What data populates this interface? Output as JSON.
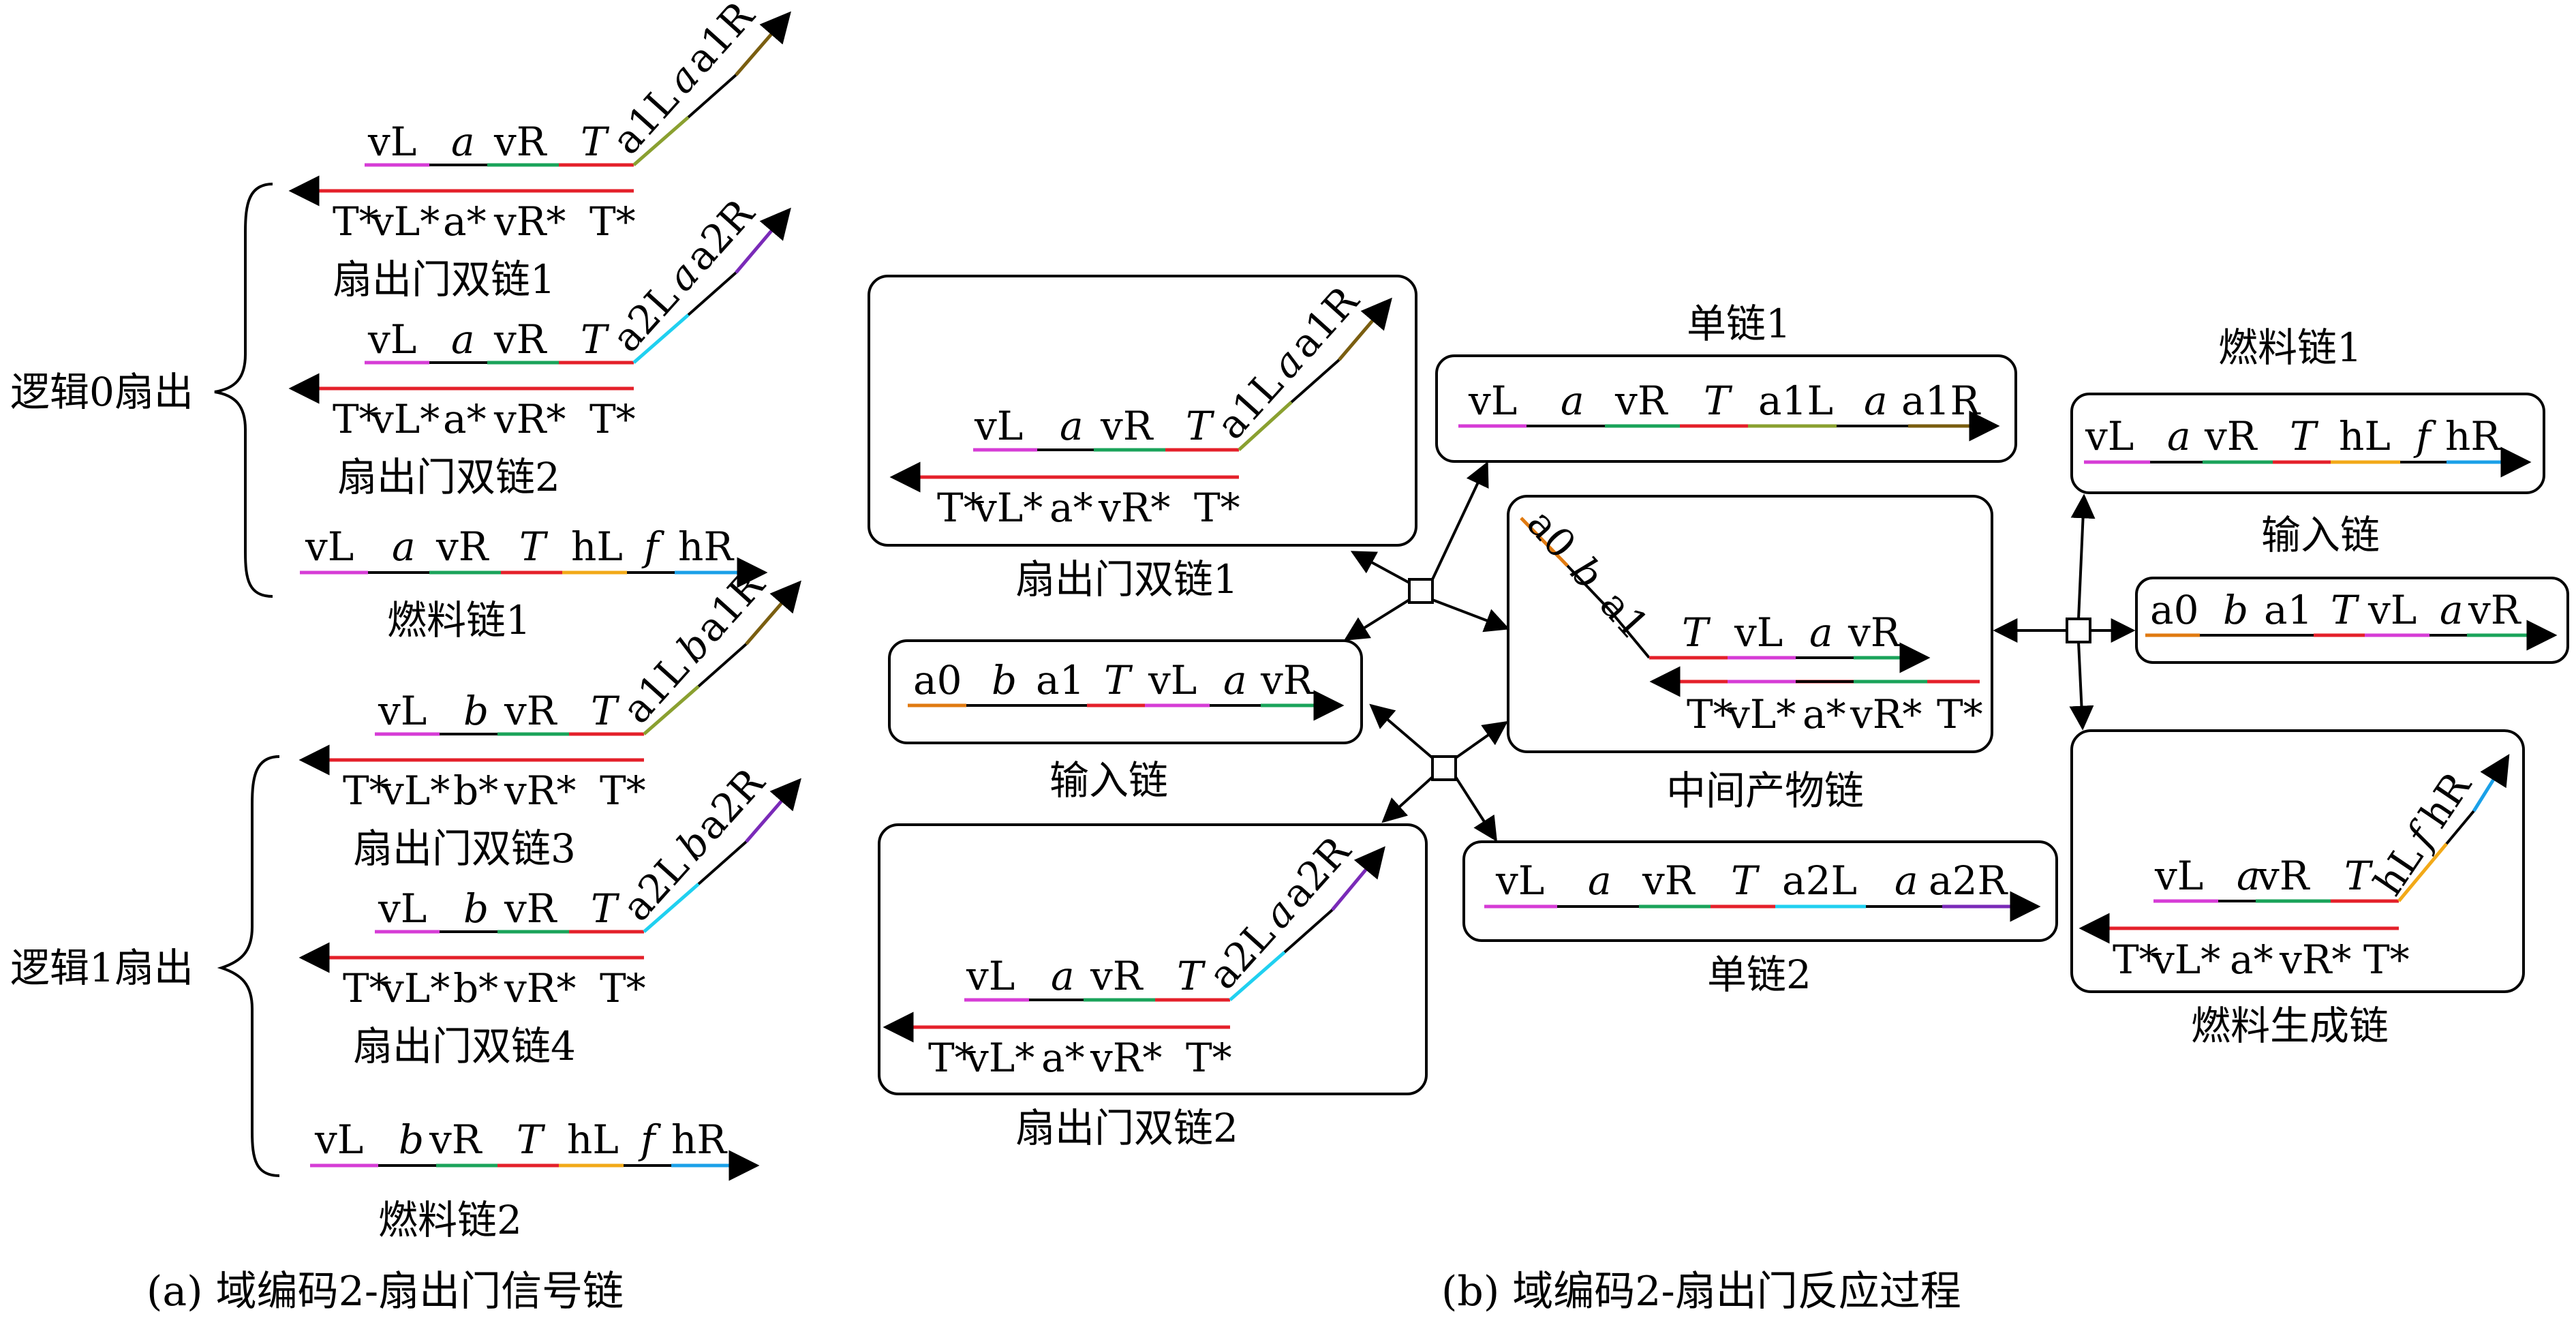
{
  "colors": {
    "vL": "#d63cd6",
    "vR": "#1aa35a",
    "T": "#e4202a",
    "a1L": "#8aa030",
    "a1R": "#7a5e10",
    "a2L": "#20d0f0",
    "a2R": "#7a2ab8",
    "hL": "#f2a918",
    "hR": "#1aa0e8",
    "seq_a0": "#e07a10",
    "dark": "#000000",
    "complement": "#e4202a"
  },
  "groups": {
    "logic0": "逻辑0扇出",
    "logic1": "逻辑1扇出"
  },
  "strands": {
    "fanout_gate_duplex_1": "扇出门双链1",
    "fanout_gate_duplex_2": "扇出门双链2",
    "fanout_gate_duplex_3": "扇出门双链3",
    "fanout_gate_duplex_4": "扇出门双链4",
    "fuel_1": "燃料链1",
    "fuel_2": "燃料链2",
    "input": "输入链",
    "single_1": "单链1",
    "single_2": "单链2",
    "intermediate": "中间产物链",
    "fuel_generated": "燃料生成链"
  },
  "domains": {
    "vL": "vL",
    "vR": "vR",
    "T": "T",
    "a": "a",
    "b": "b",
    "f": "f",
    "a0": "a0",
    "a1": "a1",
    "a1L": "a1L",
    "a1R": "a1R",
    "a2L": "a2L",
    "a2R": "a2R",
    "hL": "hL",
    "hR": "hR",
    "Tstar": "T*",
    "vLstar": "vL*",
    "astar": "a*",
    "bstar": "b*",
    "vRstar": "vR*"
  },
  "captions": {
    "a": "(a) 域编码2-扇出门信号链",
    "b": "(b) 域编码2-扇出门反应过程"
  }
}
